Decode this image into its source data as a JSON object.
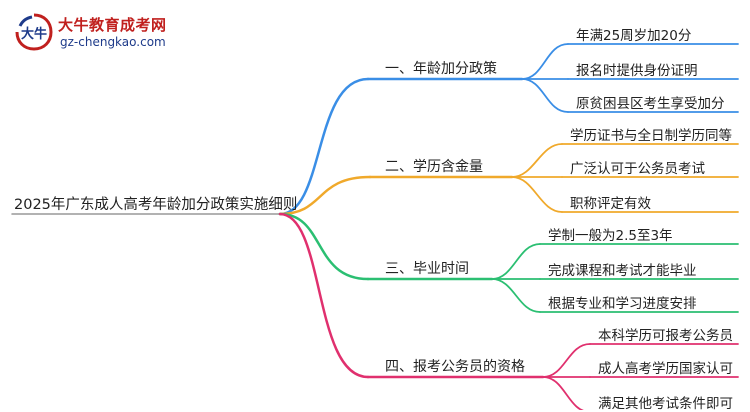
{
  "watermark": {
    "title": "大牛教育成考网",
    "url": "gz-chengkao.com",
    "logo_text": "大牛"
  },
  "root": "2025年广东成人高考年龄加分政策实施细则",
  "branches": [
    {
      "label": "一、年龄加分政策",
      "color": "#3a8ee6",
      "leaves": [
        "年满25周岁加20分",
        "报名时提供身份证明",
        "原贫困县区考生享受加分"
      ]
    },
    {
      "label": "二、学历含金量",
      "color": "#f0a92b",
      "leaves": [
        "学历证书与全日制学历同等",
        "广泛认可于公务员考试",
        "职称评定有效"
      ]
    },
    {
      "label": "三、毕业时间",
      "color": "#2bbf72",
      "leaves": [
        "学制一般为2.5至3年",
        "完成课程和考试才能毕业",
        "根据专业和学习进度安排"
      ]
    },
    {
      "label": "四、报考公务员的资格",
      "color": "#e0306e",
      "leaves": [
        "本科学历可报考公务员",
        "成人高考学历国家认可",
        "满足其他考试条件即可"
      ]
    }
  ]
}
